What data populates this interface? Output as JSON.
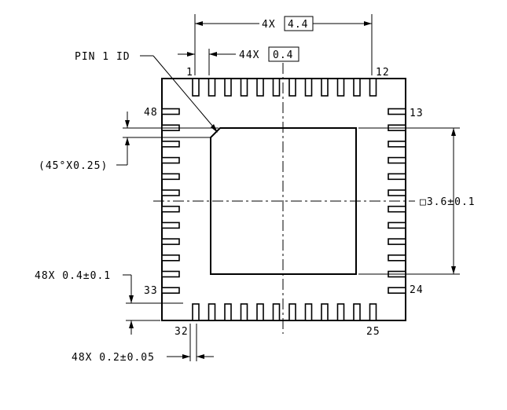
{
  "labels": {
    "pin1_id": "PIN 1 ID",
    "top_pitch_count": "4X",
    "top_pitch_value": "4.4",
    "pad_pitch_count": "44X",
    "pad_pitch_value": "0.4",
    "pin_1": "1",
    "pin_12": "12",
    "pin_13": "13",
    "pin_24": "24",
    "pin_25": "25",
    "pin_32": "32",
    "pin_33": "33",
    "pin_48": "48",
    "chamfer": "(45°X0.25)",
    "exposed_pad": "□3.6±0.1",
    "pad_length": "48X 0.4±0.1",
    "pad_width": "48X 0.2±0.05"
  }
}
